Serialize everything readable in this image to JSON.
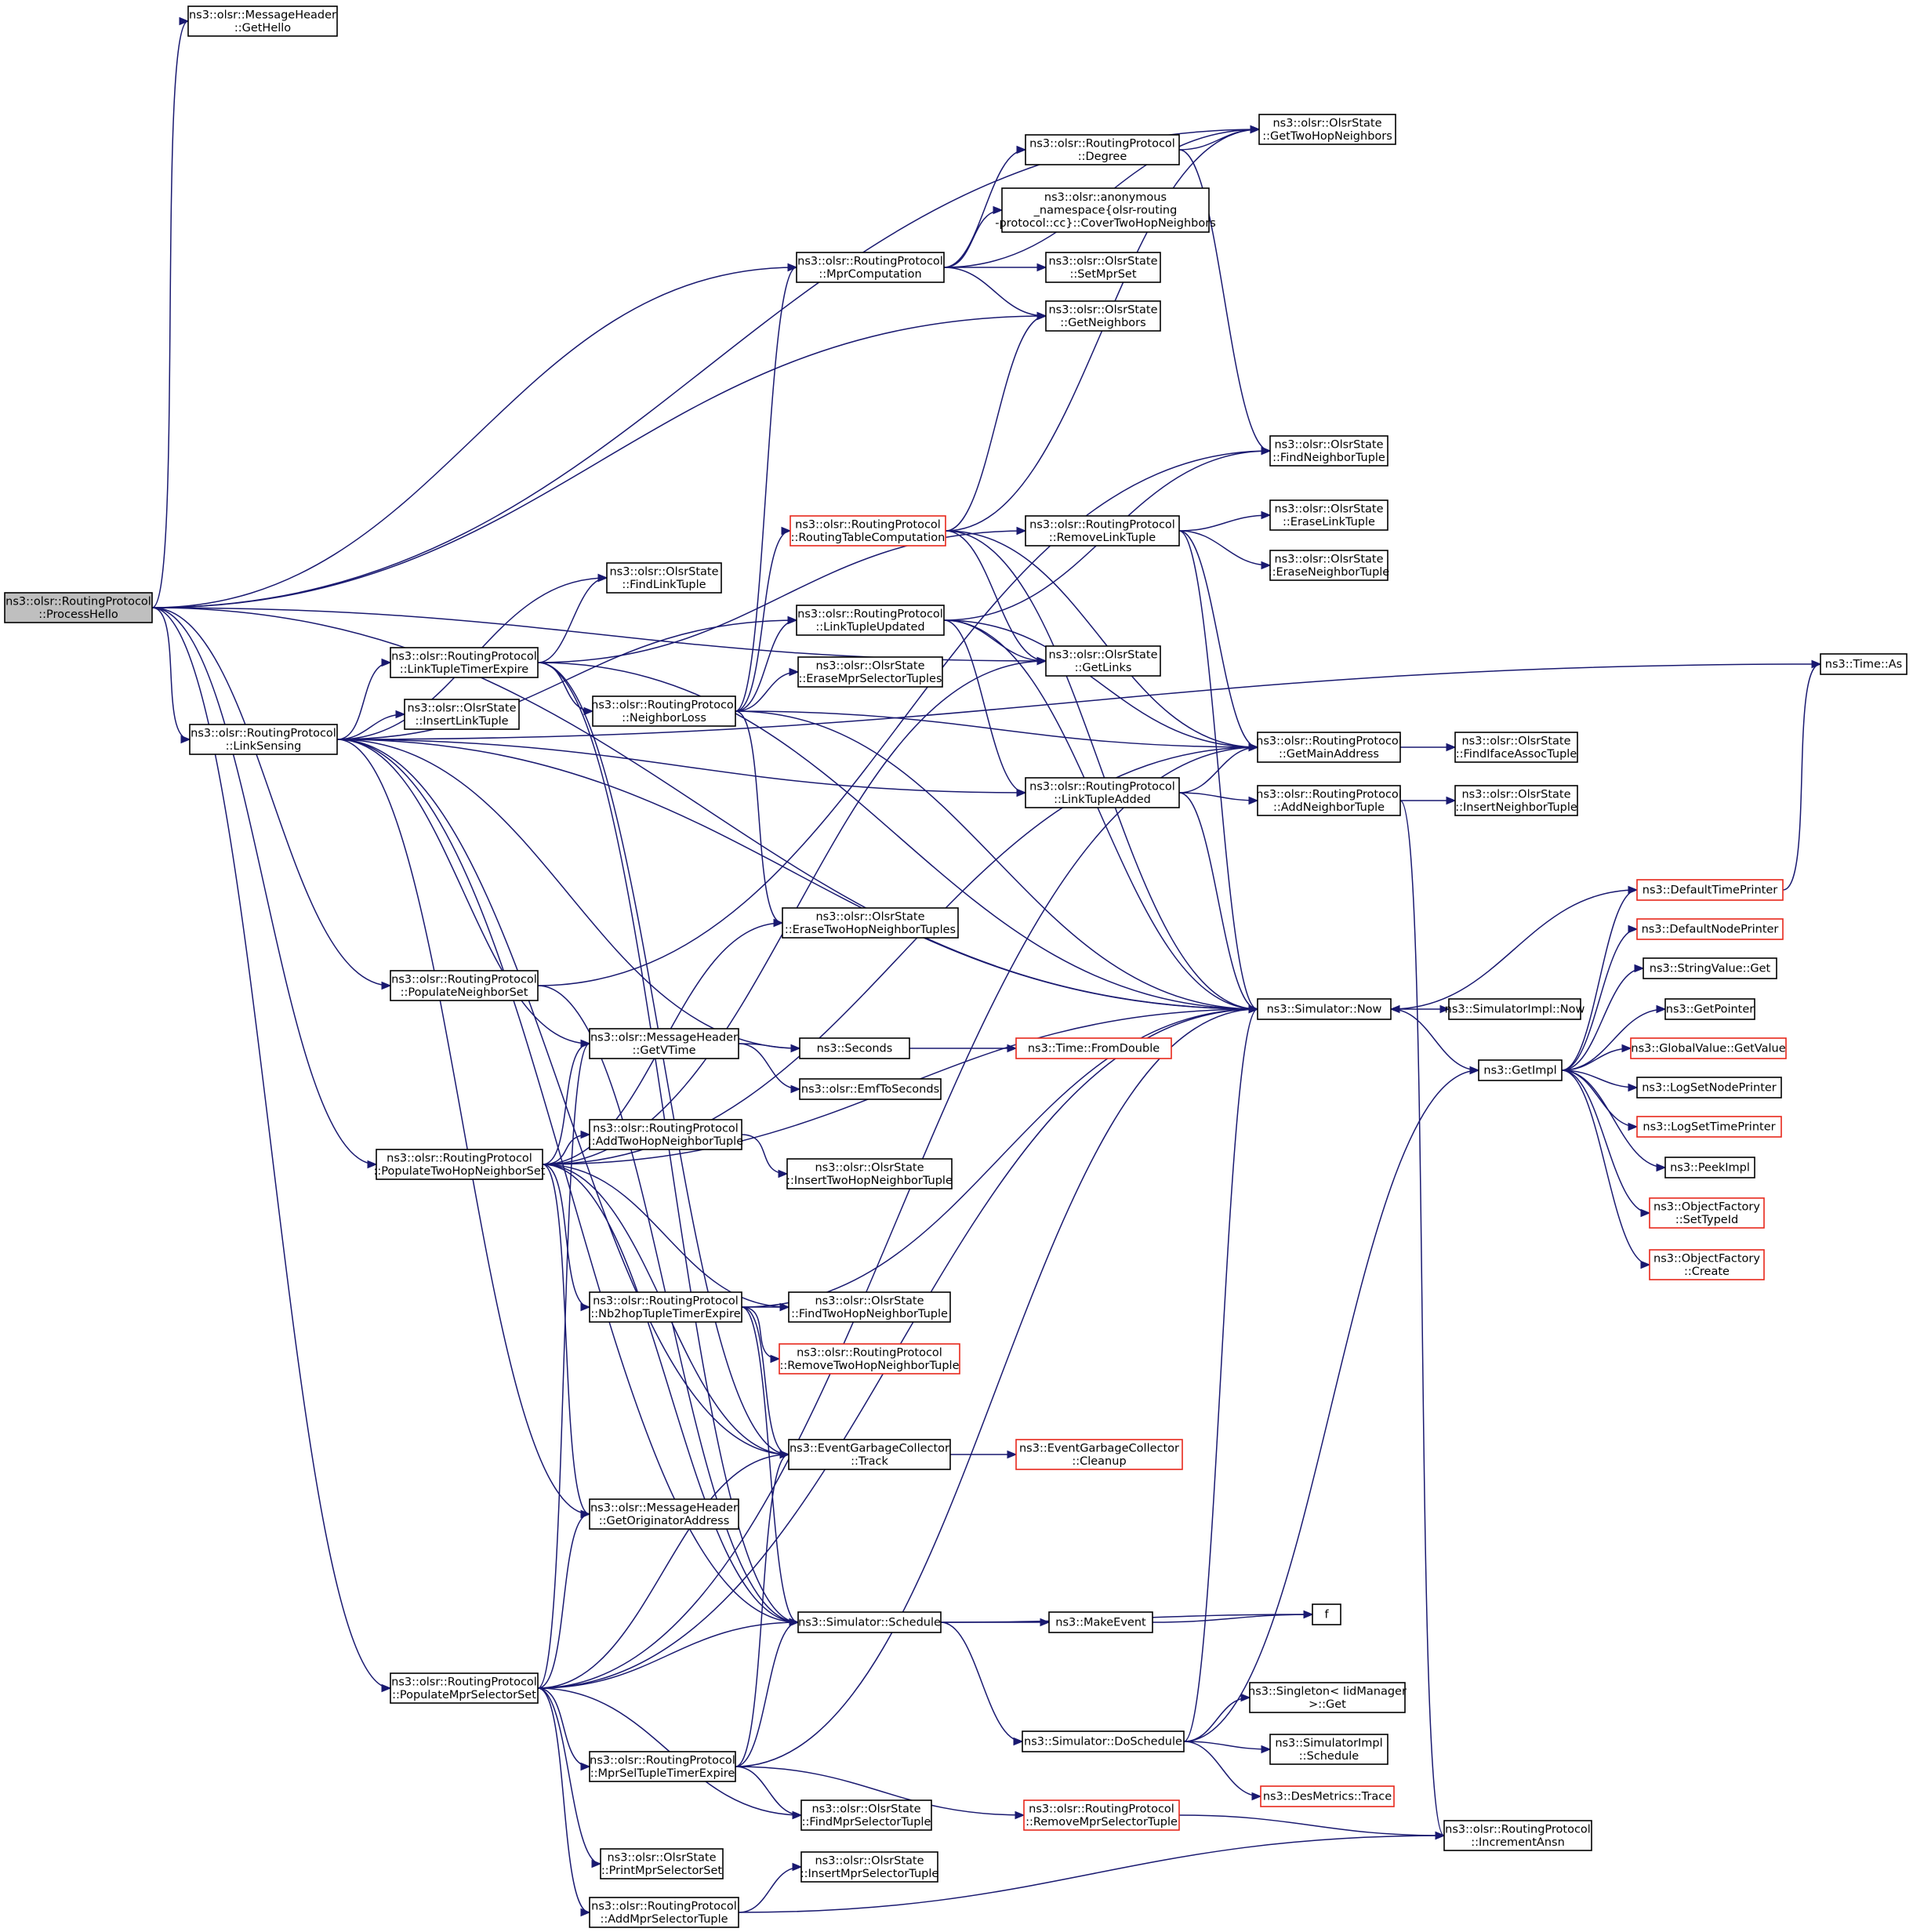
{
  "diagram": {
    "nodes": [
      {
        "id": "ProcessHello",
        "lines": [
          "ns3::olsr::RoutingProtocol",
          "::ProcessHello"
        ],
        "root": true
      },
      {
        "id": "GetHello",
        "lines": [
          "ns3::olsr::MessageHeader",
          "::GetHello"
        ]
      },
      {
        "id": "GetTwoHopNeighbors",
        "lines": [
          "ns3::olsr::OlsrState",
          "::GetTwoHopNeighbors"
        ]
      },
      {
        "id": "Degree",
        "lines": [
          "ns3::olsr::RoutingProtocol",
          "::Degree"
        ]
      },
      {
        "id": "CoverTwoHop",
        "lines": [
          "ns3::olsr::anonymous",
          "_namespace{olsr-routing",
          "-protocol::cc}::CoverTwoHopNeighbors"
        ]
      },
      {
        "id": "MprComputation",
        "lines": [
          "ns3::olsr::RoutingProtocol",
          "::MprComputation"
        ]
      },
      {
        "id": "SetMprSet",
        "lines": [
          "ns3::olsr::OlsrState",
          "::SetMprSet"
        ]
      },
      {
        "id": "GetNeighbors",
        "lines": [
          "ns3::olsr::OlsrState",
          "::GetNeighbors"
        ]
      },
      {
        "id": "FindNeighborTuple",
        "lines": [
          "ns3::olsr::OlsrState",
          "::FindNeighborTuple"
        ]
      },
      {
        "id": "RoutingTableComputation",
        "lines": [
          "ns3::olsr::RoutingProtocol",
          "::RoutingTableComputation"
        ],
        "red": true
      },
      {
        "id": "RemoveLinkTuple",
        "lines": [
          "ns3::olsr::RoutingProtocol",
          "::RemoveLinkTuple"
        ]
      },
      {
        "id": "EraseLinkTuple",
        "lines": [
          "ns3::olsr::OlsrState",
          "::EraseLinkTuple"
        ]
      },
      {
        "id": "EraseNeighborTuple",
        "lines": [
          "ns3::olsr::OlsrState",
          "::EraseNeighborTuple"
        ]
      },
      {
        "id": "FindLinkTuple",
        "lines": [
          "ns3::olsr::OlsrState",
          "::FindLinkTuple"
        ]
      },
      {
        "id": "LinkTupleUpdated",
        "lines": [
          "ns3::olsr::RoutingProtocol",
          "::LinkTupleUpdated"
        ]
      },
      {
        "id": "GetLinks",
        "lines": [
          "ns3::olsr::OlsrState",
          "::GetLinks"
        ]
      },
      {
        "id": "LinkTupleTimerExpire",
        "lines": [
          "ns3::olsr::RoutingProtocol",
          "::LinkTupleTimerExpire"
        ]
      },
      {
        "id": "EraseMprSelectorTuples",
        "lines": [
          "ns3::olsr::OlsrState",
          "::EraseMprSelectorTuples"
        ]
      },
      {
        "id": "NeighborLoss",
        "lines": [
          "ns3::olsr::RoutingProtocol",
          "::NeighborLoss"
        ]
      },
      {
        "id": "InsertLinkTuple",
        "lines": [
          "ns3::olsr::OlsrState",
          "::InsertLinkTuple"
        ]
      },
      {
        "id": "LinkSensing",
        "lines": [
          "ns3::olsr::RoutingProtocol",
          "::LinkSensing"
        ]
      },
      {
        "id": "TimeAs",
        "lines": [
          "ns3::Time::As"
        ]
      },
      {
        "id": "GetMainAddress",
        "lines": [
          "ns3::olsr::RoutingProtocol",
          "::GetMainAddress"
        ]
      },
      {
        "id": "FindIfaceAssocTuple",
        "lines": [
          "ns3::olsr::OlsrState",
          "::FindIfaceAssocTuple"
        ]
      },
      {
        "id": "LinkTupleAdded",
        "lines": [
          "ns3::olsr::RoutingProtocol",
          "::LinkTupleAdded"
        ]
      },
      {
        "id": "AddNeighborTuple",
        "lines": [
          "ns3::olsr::RoutingProtocol",
          "::AddNeighborTuple"
        ]
      },
      {
        "id": "InsertNeighborTuple",
        "lines": [
          "ns3::olsr::OlsrState",
          "::InsertNeighborTuple"
        ]
      },
      {
        "id": "DefaultTimePrinter",
        "lines": [
          "ns3::DefaultTimePrinter"
        ],
        "red": true
      },
      {
        "id": "EraseTwoHopNeighborTuples",
        "lines": [
          "ns3::olsr::OlsrState",
          "::EraseTwoHopNeighborTuples"
        ]
      },
      {
        "id": "DefaultNodePrinter",
        "lines": [
          "ns3::DefaultNodePrinter"
        ],
        "red": true
      },
      {
        "id": "StringValueGet",
        "lines": [
          "ns3::StringValue::Get"
        ]
      },
      {
        "id": "PopulateNeighborSet",
        "lines": [
          "ns3::olsr::RoutingProtocol",
          "::PopulateNeighborSet"
        ]
      },
      {
        "id": "SimulatorNow",
        "lines": [
          "ns3::Simulator::Now"
        ]
      },
      {
        "id": "SimulatorImplNow",
        "lines": [
          "ns3::SimulatorImpl::Now"
        ]
      },
      {
        "id": "GetPointer",
        "lines": [
          "ns3::GetPointer"
        ]
      },
      {
        "id": "GetVTime",
        "lines": [
          "ns3::olsr::MessageHeader",
          "::GetVTime"
        ]
      },
      {
        "id": "Seconds",
        "lines": [
          "ns3::Seconds"
        ]
      },
      {
        "id": "FromDouble",
        "lines": [
          "ns3::Time::FromDouble"
        ],
        "red": true
      },
      {
        "id": "GetImpl",
        "lines": [
          "ns3::GetImpl"
        ]
      },
      {
        "id": "GlobalValueGetValue",
        "lines": [
          "ns3::GlobalValue::GetValue"
        ],
        "red": true
      },
      {
        "id": "EmfToSeconds",
        "lines": [
          "ns3::olsr::EmfToSeconds"
        ]
      },
      {
        "id": "LogSetNodePrinter",
        "lines": [
          "ns3::LogSetNodePrinter"
        ]
      },
      {
        "id": "AddTwoHopNeighborTuple",
        "lines": [
          "ns3::olsr::RoutingProtocol",
          "::AddTwoHopNeighborTuple"
        ]
      },
      {
        "id": "LogSetTimePrinter",
        "lines": [
          "ns3::LogSetTimePrinter"
        ],
        "red": true
      },
      {
        "id": "PopulateTwoHopNeighborSet",
        "lines": [
          "ns3::olsr::RoutingProtocol",
          "::PopulateTwoHopNeighborSet"
        ]
      },
      {
        "id": "InsertTwoHopNeighborTuple",
        "lines": [
          "ns3::olsr::OlsrState",
          "::InsertTwoHopNeighborTuple"
        ]
      },
      {
        "id": "PeekImpl",
        "lines": [
          "ns3::PeekImpl"
        ]
      },
      {
        "id": "SetTypeId",
        "lines": [
          "ns3::ObjectFactory",
          "::SetTypeId"
        ],
        "red": true
      },
      {
        "id": "Nb2hopTupleTimerExpire",
        "lines": [
          "ns3::olsr::RoutingProtocol",
          "::Nb2hopTupleTimerExpire"
        ]
      },
      {
        "id": "FindTwoHopNeighborTuple",
        "lines": [
          "ns3::olsr::OlsrState",
          "::FindTwoHopNeighborTuple"
        ]
      },
      {
        "id": "ObjectFactoryCreate",
        "lines": [
          "ns3::ObjectFactory",
          "::Create"
        ],
        "red": true
      },
      {
        "id": "RemoveTwoHopNeighborTuple",
        "lines": [
          "ns3::olsr::RoutingProtocol",
          "::RemoveTwoHopNeighborTuple"
        ],
        "red": true
      },
      {
        "id": "Track",
        "lines": [
          "ns3::EventGarbageCollector",
          "::Track"
        ]
      },
      {
        "id": "Cleanup",
        "lines": [
          "ns3::EventGarbageCollector",
          "::Cleanup"
        ],
        "red": true
      },
      {
        "id": "GetOriginatorAddress",
        "lines": [
          "ns3::olsr::MessageHeader",
          "::GetOriginatorAddress"
        ]
      },
      {
        "id": "SimulatorSchedule",
        "lines": [
          "ns3::Simulator::Schedule"
        ]
      },
      {
        "id": "MakeEvent",
        "lines": [
          "ns3::MakeEvent"
        ]
      },
      {
        "id": "f",
        "lines": [
          "f"
        ]
      },
      {
        "id": "PopulateMprSelectorSet",
        "lines": [
          "ns3::olsr::RoutingProtocol",
          "::PopulateMprSelectorSet"
        ]
      },
      {
        "id": "SingletonGet",
        "lines": [
          "ns3::Singleton< IidManager",
          " >::Get"
        ]
      },
      {
        "id": "DoSchedule",
        "lines": [
          "ns3::Simulator::DoSchedule"
        ]
      },
      {
        "id": "SimulatorImplSchedule",
        "lines": [
          "ns3::SimulatorImpl",
          "::Schedule"
        ]
      },
      {
        "id": "MprSelTupleTimerExpire",
        "lines": [
          "ns3::olsr::RoutingProtocol",
          "::MprSelTupleTimerExpire"
        ]
      },
      {
        "id": "DesMetricsTrace",
        "lines": [
          "ns3::DesMetrics::Trace"
        ],
        "red": true
      },
      {
        "id": "FindMprSelectorTuple",
        "lines": [
          "ns3::olsr::OlsrState",
          "::FindMprSelectorTuple"
        ]
      },
      {
        "id": "RemoveMprSelectorTuple",
        "lines": [
          "ns3::olsr::RoutingProtocol",
          "::RemoveMprSelectorTuple"
        ],
        "red": true
      },
      {
        "id": "IncrementAnsn",
        "lines": [
          "ns3::olsr::RoutingProtocol",
          "::IncrementAnsn"
        ]
      },
      {
        "id": "PrintMprSelectorSet",
        "lines": [
          "ns3::olsr::OlsrState",
          "::PrintMprSelectorSet"
        ]
      },
      {
        "id": "InsertMprSelectorTuple",
        "lines": [
          "ns3::olsr::OlsrState",
          "::InsertMprSelectorTuple"
        ]
      },
      {
        "id": "AddMprSelectorTuple",
        "lines": [
          "ns3::olsr::RoutingProtocol",
          "::AddMprSelectorTuple"
        ]
      }
    ],
    "edges": [
      [
        "ProcessHello",
        "GetHello"
      ],
      [
        "ProcessHello",
        "GetTwoHopNeighbors"
      ],
      [
        "ProcessHello",
        "MprComputation"
      ],
      [
        "ProcessHello",
        "GetNeighbors"
      ],
      [
        "ProcessHello",
        "GetLinks"
      ],
      [
        "ProcessHello",
        "LinkSensing"
      ],
      [
        "ProcessHello",
        "PopulateNeighborSet"
      ],
      [
        "ProcessHello",
        "SimulatorNow"
      ],
      [
        "ProcessHello",
        "PopulateTwoHopNeighborSet"
      ],
      [
        "ProcessHello",
        "PopulateMprSelectorSet"
      ],
      [
        "MprComputation",
        "GetTwoHopNeighbors"
      ],
      [
        "MprComputation",
        "Degree"
      ],
      [
        "MprComputation",
        "CoverTwoHop"
      ],
      [
        "MprComputation",
        "SetMprSet"
      ],
      [
        "MprComputation",
        "GetNeighbors"
      ],
      [
        "Degree",
        "GetTwoHopNeighbors"
      ],
      [
        "Degree",
        "FindNeighborTuple"
      ],
      [
        "RoutingTableComputation",
        "GetTwoHopNeighbors"
      ],
      [
        "RoutingTableComputation",
        "GetNeighbors"
      ],
      [
        "RoutingTableComputation",
        "GetLinks"
      ],
      [
        "RoutingTableComputation",
        "GetMainAddress"
      ],
      [
        "RoutingTableComputation",
        "SimulatorNow"
      ],
      [
        "RemoveLinkTuple",
        "EraseLinkTuple"
      ],
      [
        "RemoveLinkTuple",
        "EraseNeighborTuple"
      ],
      [
        "RemoveLinkTuple",
        "GetMainAddress"
      ],
      [
        "RemoveLinkTuple",
        "SimulatorNow"
      ],
      [
        "LinkTupleUpdated",
        "FindNeighborTuple"
      ],
      [
        "LinkTupleUpdated",
        "GetLinks"
      ],
      [
        "LinkTupleUpdated",
        "GetMainAddress"
      ],
      [
        "LinkTupleUpdated",
        "LinkTupleAdded"
      ],
      [
        "LinkTupleUpdated",
        "SimulatorNow"
      ],
      [
        "LinkTupleTimerExpire",
        "FindLinkTuple"
      ],
      [
        "LinkTupleTimerExpire",
        "NeighborLoss"
      ],
      [
        "LinkTupleTimerExpire",
        "RemoveLinkTuple"
      ],
      [
        "LinkTupleTimerExpire",
        "SimulatorNow"
      ],
      [
        "LinkTupleTimerExpire",
        "Track"
      ],
      [
        "LinkTupleTimerExpire",
        "SimulatorSchedule"
      ],
      [
        "NeighborLoss",
        "MprComputation"
      ],
      [
        "NeighborLoss",
        "RoutingTableComputation"
      ],
      [
        "NeighborLoss",
        "LinkTupleUpdated"
      ],
      [
        "NeighborLoss",
        "EraseMprSelectorTuples"
      ],
      [
        "NeighborLoss",
        "GetMainAddress"
      ],
      [
        "NeighborLoss",
        "EraseTwoHopNeighborTuples"
      ],
      [
        "NeighborLoss",
        "SimulatorNow"
      ],
      [
        "LinkSensing",
        "FindLinkTuple"
      ],
      [
        "LinkSensing",
        "LinkTupleTimerExpire"
      ],
      [
        "LinkSensing",
        "InsertLinkTuple"
      ],
      [
        "LinkSensing",
        "LinkTupleUpdated"
      ],
      [
        "LinkSensing",
        "TimeAs"
      ],
      [
        "LinkSensing",
        "LinkTupleAdded"
      ],
      [
        "LinkSensing",
        "GetVTime"
      ],
      [
        "LinkSensing",
        "Seconds"
      ],
      [
        "LinkSensing",
        "SimulatorNow"
      ],
      [
        "LinkSensing",
        "GetOriginatorAddress"
      ],
      [
        "LinkSensing",
        "Track"
      ],
      [
        "LinkSensing",
        "SimulatorSchedule"
      ],
      [
        "GetMainAddress",
        "FindIfaceAssocTuple"
      ],
      [
        "LinkTupleAdded",
        "GetMainAddress"
      ],
      [
        "LinkTupleAdded",
        "AddNeighborTuple"
      ],
      [
        "LinkTupleAdded",
        "SimulatorNow"
      ],
      [
        "AddNeighborTuple",
        "InsertNeighborTuple"
      ],
      [
        "AddNeighborTuple",
        "IncrementAnsn"
      ],
      [
        "DefaultTimePrinter",
        "TimeAs"
      ],
      [
        "DefaultTimePrinter",
        "SimulatorNow"
      ],
      [
        "PopulateNeighborSet",
        "FindNeighborTuple"
      ],
      [
        "PopulateNeighborSet",
        "SimulatorSchedule"
      ],
      [
        "SimulatorNow",
        "SimulatorImplNow"
      ],
      [
        "SimulatorNow",
        "GetImpl"
      ],
      [
        "GetVTime",
        "Seconds"
      ],
      [
        "GetVTime",
        "EmfToSeconds"
      ],
      [
        "Seconds",
        "FromDouble"
      ],
      [
        "GetImpl",
        "DefaultTimePrinter"
      ],
      [
        "GetImpl",
        "DefaultNodePrinter"
      ],
      [
        "GetImpl",
        "StringValueGet"
      ],
      [
        "GetImpl",
        "GetPointer"
      ],
      [
        "GetImpl",
        "GlobalValueGetValue"
      ],
      [
        "GetImpl",
        "LogSetNodePrinter"
      ],
      [
        "GetImpl",
        "LogSetTimePrinter"
      ],
      [
        "GetImpl",
        "PeekImpl"
      ],
      [
        "GetImpl",
        "SetTypeId"
      ],
      [
        "GetImpl",
        "ObjectFactoryCreate"
      ],
      [
        "AddTwoHopNeighborTuple",
        "InsertTwoHopNeighborTuple"
      ],
      [
        "PopulateTwoHopNeighborSet",
        "GetLinks"
      ],
      [
        "PopulateTwoHopNeighborSet",
        "GetMainAddress"
      ],
      [
        "PopulateTwoHopNeighborSet",
        "EraseTwoHopNeighborTuples"
      ],
      [
        "PopulateTwoHopNeighborSet",
        "GetVTime"
      ],
      [
        "PopulateTwoHopNeighborSet",
        "AddTwoHopNeighborTuple"
      ],
      [
        "PopulateTwoHopNeighborSet",
        "Nb2hopTupleTimerExpire"
      ],
      [
        "PopulateTwoHopNeighborSet",
        "FindTwoHopNeighborTuple"
      ],
      [
        "PopulateTwoHopNeighborSet",
        "SimulatorNow"
      ],
      [
        "PopulateTwoHopNeighborSet",
        "Track"
      ],
      [
        "PopulateTwoHopNeighborSet",
        "GetOriginatorAddress"
      ],
      [
        "PopulateTwoHopNeighborSet",
        "SimulatorSchedule"
      ],
      [
        "Nb2hopTupleTimerExpire",
        "FindTwoHopNeighborTuple"
      ],
      [
        "Nb2hopTupleTimerExpire",
        "RemoveTwoHopNeighborTuple"
      ],
      [
        "Nb2hopTupleTimerExpire",
        "SimulatorNow"
      ],
      [
        "Nb2hopTupleTimerExpire",
        "Track"
      ],
      [
        "Nb2hopTupleTimerExpire",
        "SimulatorSchedule"
      ],
      [
        "Track",
        "Cleanup"
      ],
      [
        "SimulatorSchedule",
        "MakeEvent"
      ],
      [
        "SimulatorSchedule",
        "f"
      ],
      [
        "SimulatorSchedule",
        "DoSchedule"
      ],
      [
        "MakeEvent",
        "f"
      ],
      [
        "PopulateMprSelectorSet",
        "GetVTime"
      ],
      [
        "PopulateMprSelectorSet",
        "GetMainAddress"
      ],
      [
        "PopulateMprSelectorSet",
        "GetOriginatorAddress"
      ],
      [
        "PopulateMprSelectorSet",
        "Track"
      ],
      [
        "PopulateMprSelectorSet",
        "SimulatorSchedule"
      ],
      [
        "PopulateMprSelectorSet",
        "SimulatorNow"
      ],
      [
        "PopulateMprSelectorSet",
        "MprSelTupleTimerExpire"
      ],
      [
        "PopulateMprSelectorSet",
        "FindMprSelectorTuple"
      ],
      [
        "PopulateMprSelectorSet",
        "PrintMprSelectorSet"
      ],
      [
        "PopulateMprSelectorSet",
        "AddMprSelectorTuple"
      ],
      [
        "DoSchedule",
        "SimulatorNow"
      ],
      [
        "DoSchedule",
        "GetImpl"
      ],
      [
        "DoSchedule",
        "SingletonGet"
      ],
      [
        "DoSchedule",
        "SimulatorImplSchedule"
      ],
      [
        "DoSchedule",
        "DesMetricsTrace"
      ],
      [
        "MprSelTupleTimerExpire",
        "SimulatorNow"
      ],
      [
        "MprSelTupleTimerExpire",
        "Track"
      ],
      [
        "MprSelTupleTimerExpire",
        "SimulatorSchedule"
      ],
      [
        "MprSelTupleTimerExpire",
        "FindMprSelectorTuple"
      ],
      [
        "MprSelTupleTimerExpire",
        "RemoveMprSelectorTuple"
      ],
      [
        "RemoveMprSelectorTuple",
        "IncrementAnsn"
      ],
      [
        "AddMprSelectorTuple",
        "InsertMprSelectorTuple"
      ],
      [
        "AddMprSelectorTuple",
        "IncrementAnsn"
      ]
    ]
  }
}
